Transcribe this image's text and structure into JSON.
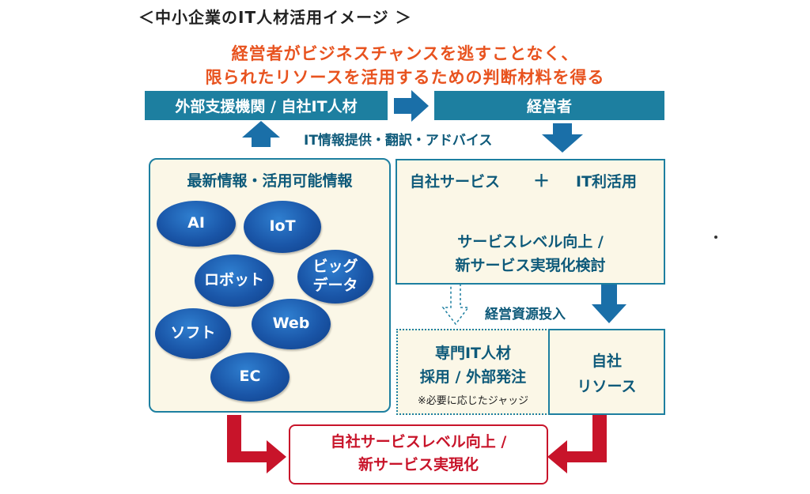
{
  "title": "＜中小企業のIT人材活用イメージ ＞",
  "headline": {
    "line1": "経営者がビジネスチャンスを逃すことなく、",
    "line2": "限られたリソースを活用するための判断材料を得る"
  },
  "top_bars": {
    "left": "外部支援機関 / 自社IT人材",
    "right": "経営者"
  },
  "arrow_label_it": "IT情報提供・翻訳・アドバイス",
  "left_panel": {
    "title": "最新情報・活用可能情報",
    "bubbles": {
      "ai": "AI",
      "iot": "IoT",
      "robot": "ロボット",
      "bigdata": "ビッグ\nデータ",
      "soft": "ソフト",
      "web": "Web",
      "ec": "EC"
    }
  },
  "right_panel": {
    "own_service": "自社サービス",
    "plus": "＋",
    "it_use": "IT利活用",
    "line1": "サービスレベル向上 /",
    "line2": "新サービス実現化検討"
  },
  "resource_label": "経営資源投入",
  "specialist_box": {
    "line1": "専門IT人材",
    "line2": "採用 / 外部発注",
    "note": "※必要に応じたジャッジ"
  },
  "own_resource_box": {
    "line1": "自社",
    "line2": "リソース"
  },
  "result_box": {
    "line1": "自社サービスレベル向上 /",
    "line2": "新サービス実現化"
  },
  "colors": {
    "teal": "#1d7fa0",
    "arrow_blue": "#1a6fa8",
    "panel_bg": "#fbf7e7",
    "headline_orange": "#e8531f",
    "result_red": "#c8142a"
  }
}
